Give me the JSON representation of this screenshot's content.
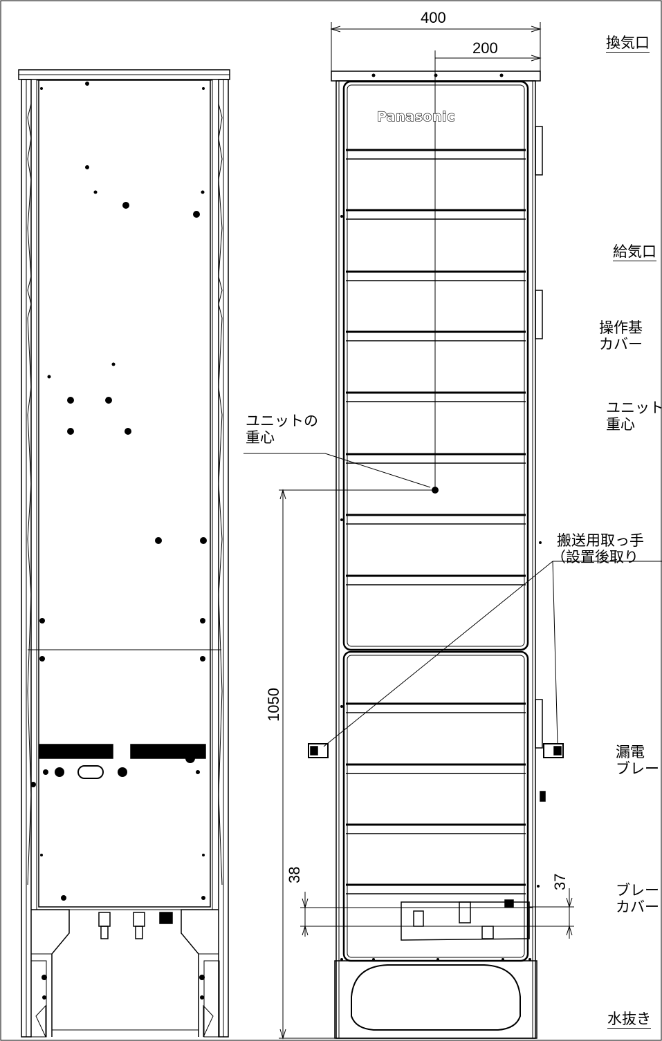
{
  "brand_logo": "Panasonic",
  "dimensions": {
    "width_total": "400",
    "width_half": "200",
    "height_center_of_gravity": "1050",
    "offset_left": "38",
    "offset_right": "37"
  },
  "labels": {
    "cog_left_line1": "ユニットの",
    "cog_left_line2": "重心",
    "ventilation_port": "換気口",
    "air_intake": "給気口",
    "control_board_cover_line1": "操作基",
    "control_board_cover_line2": "カバー",
    "cog_right_line1": "ユニット",
    "cog_right_line2": "重心",
    "transport_handle_line1": "搬送用取っ手",
    "transport_handle_line2": "（設置後取り",
    "leakage_breaker_line1": "漏電",
    "leakage_breaker_line2": "ブレー",
    "breaker_cover_line1": "ブレー",
    "breaker_cover_line2": "カバー",
    "drain": "水抜き"
  },
  "colors": {
    "line": "#000000",
    "background": "#ffffff"
  }
}
